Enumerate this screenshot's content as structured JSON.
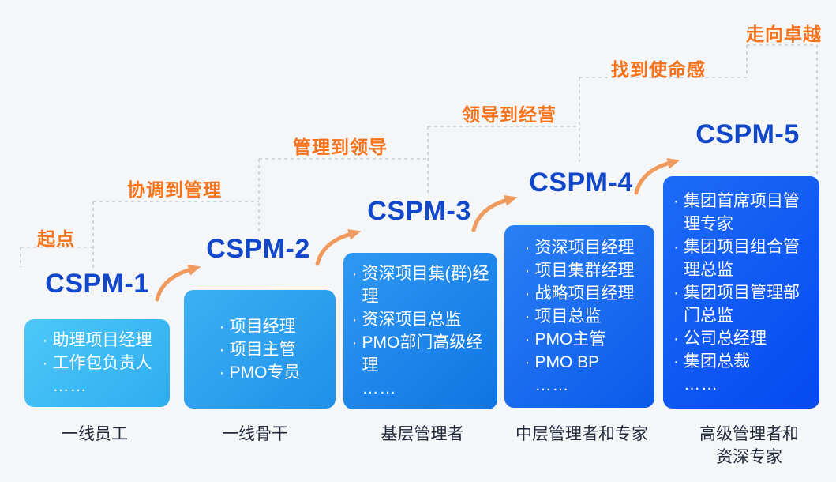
{
  "diagram_title": "CSPM career ladder",
  "colors": {
    "background": "#f4f6f8",
    "stage_label_orange": "#f6731b",
    "arrow_orange": "#f09a5d",
    "title_blue": "#1147cb",
    "footer_dark": "#21283a",
    "dash_gray": "#c9ccd2",
    "card_1_gradient": [
      "#4ec8f8",
      "#2eadef"
    ],
    "card_2_gradient": [
      "#3db0f4",
      "#1e90e9"
    ],
    "card_3_gradient": [
      "#2e99f3",
      "#0f74e3"
    ],
    "card_4_gradient": [
      "#2a80f4",
      "#0c59ea"
    ],
    "card_5_gradient": [
      "#1e6bf7",
      "#0549f0"
    ]
  },
  "stage_labels": [
    "起点",
    "协调到管理",
    "管理到领导",
    "领导到经营",
    "找到使命感",
    "走向卓越"
  ],
  "levels": [
    {
      "title": "CSPM-1",
      "roles": [
        "助理项目经理",
        "工作包负责人"
      ],
      "more": "……",
      "footer": "一线员工"
    },
    {
      "title": "CSPM-2",
      "roles": [
        "项目经理",
        "项目主管",
        "PMO专员"
      ],
      "more": "",
      "footer": "一线骨干"
    },
    {
      "title": "CSPM-3",
      "roles": [
        "资深项目集(群)经理",
        "资深项目总监",
        "PMO部门高级经理"
      ],
      "more": "……",
      "footer": "基层管理者"
    },
    {
      "title": "CSPM-4",
      "roles": [
        "资深项目经理",
        "项目集群经理",
        "战略项目经理",
        "项目总监",
        "PMO主管",
        "PMO BP"
      ],
      "more": "……",
      "footer": "中层管理者和专家"
    },
    {
      "title": "CSPM-5",
      "roles": [
        "集团首席项目管理专家",
        "集团项目组合管理总监",
        "集团项目管理部门总监",
        "公司总经理",
        "集团总裁"
      ],
      "more": "……",
      "footer": "高级管理者和\n资深专家"
    }
  ]
}
